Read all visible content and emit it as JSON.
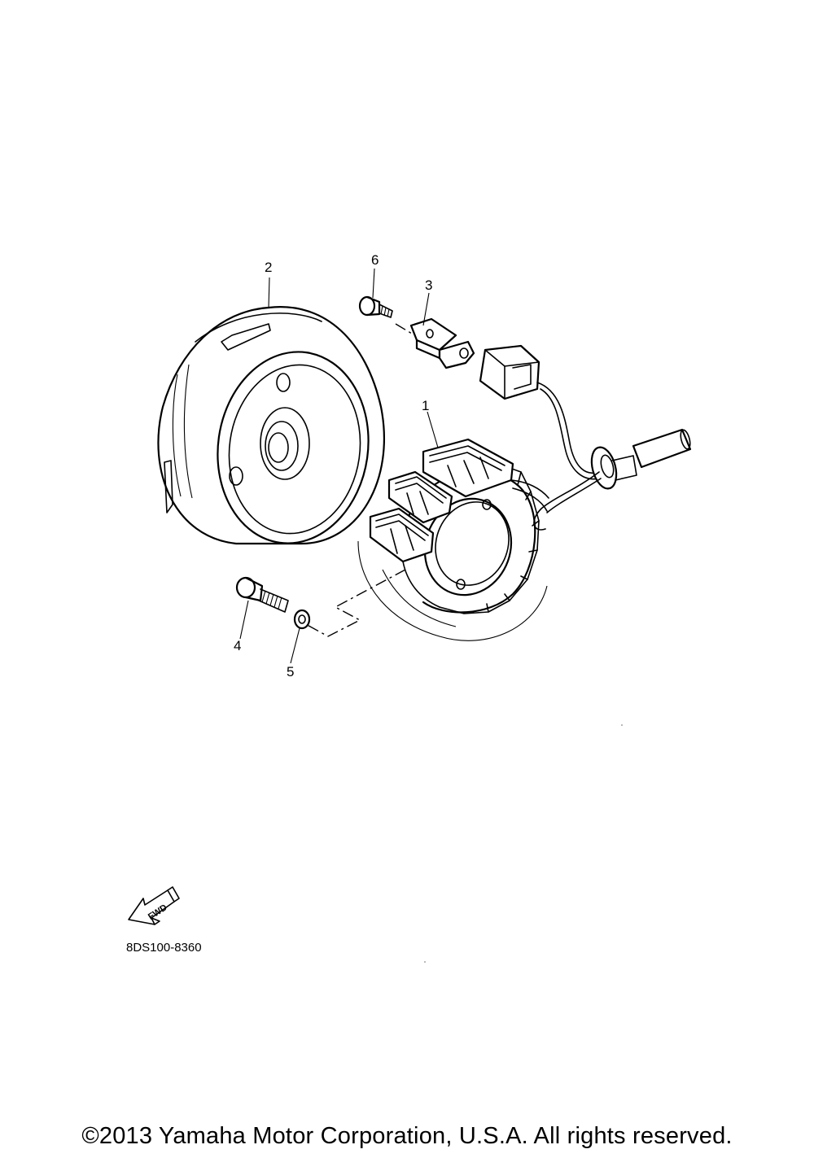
{
  "parts": [
    {
      "callout": "1",
      "description": "stator-assembly"
    },
    {
      "callout": "2",
      "description": "rotor-flywheel"
    },
    {
      "callout": "3",
      "description": "pickup-coil"
    },
    {
      "callout": "4",
      "description": "bolt"
    },
    {
      "callout": "5",
      "description": "washer"
    },
    {
      "callout": "6",
      "description": "screw"
    }
  ],
  "fwd_label": "FWD",
  "diagram_code": "8DS100-8360",
  "copyright": "©2013 Yamaha Motor Corporation, U.S.A. All rights reserved."
}
